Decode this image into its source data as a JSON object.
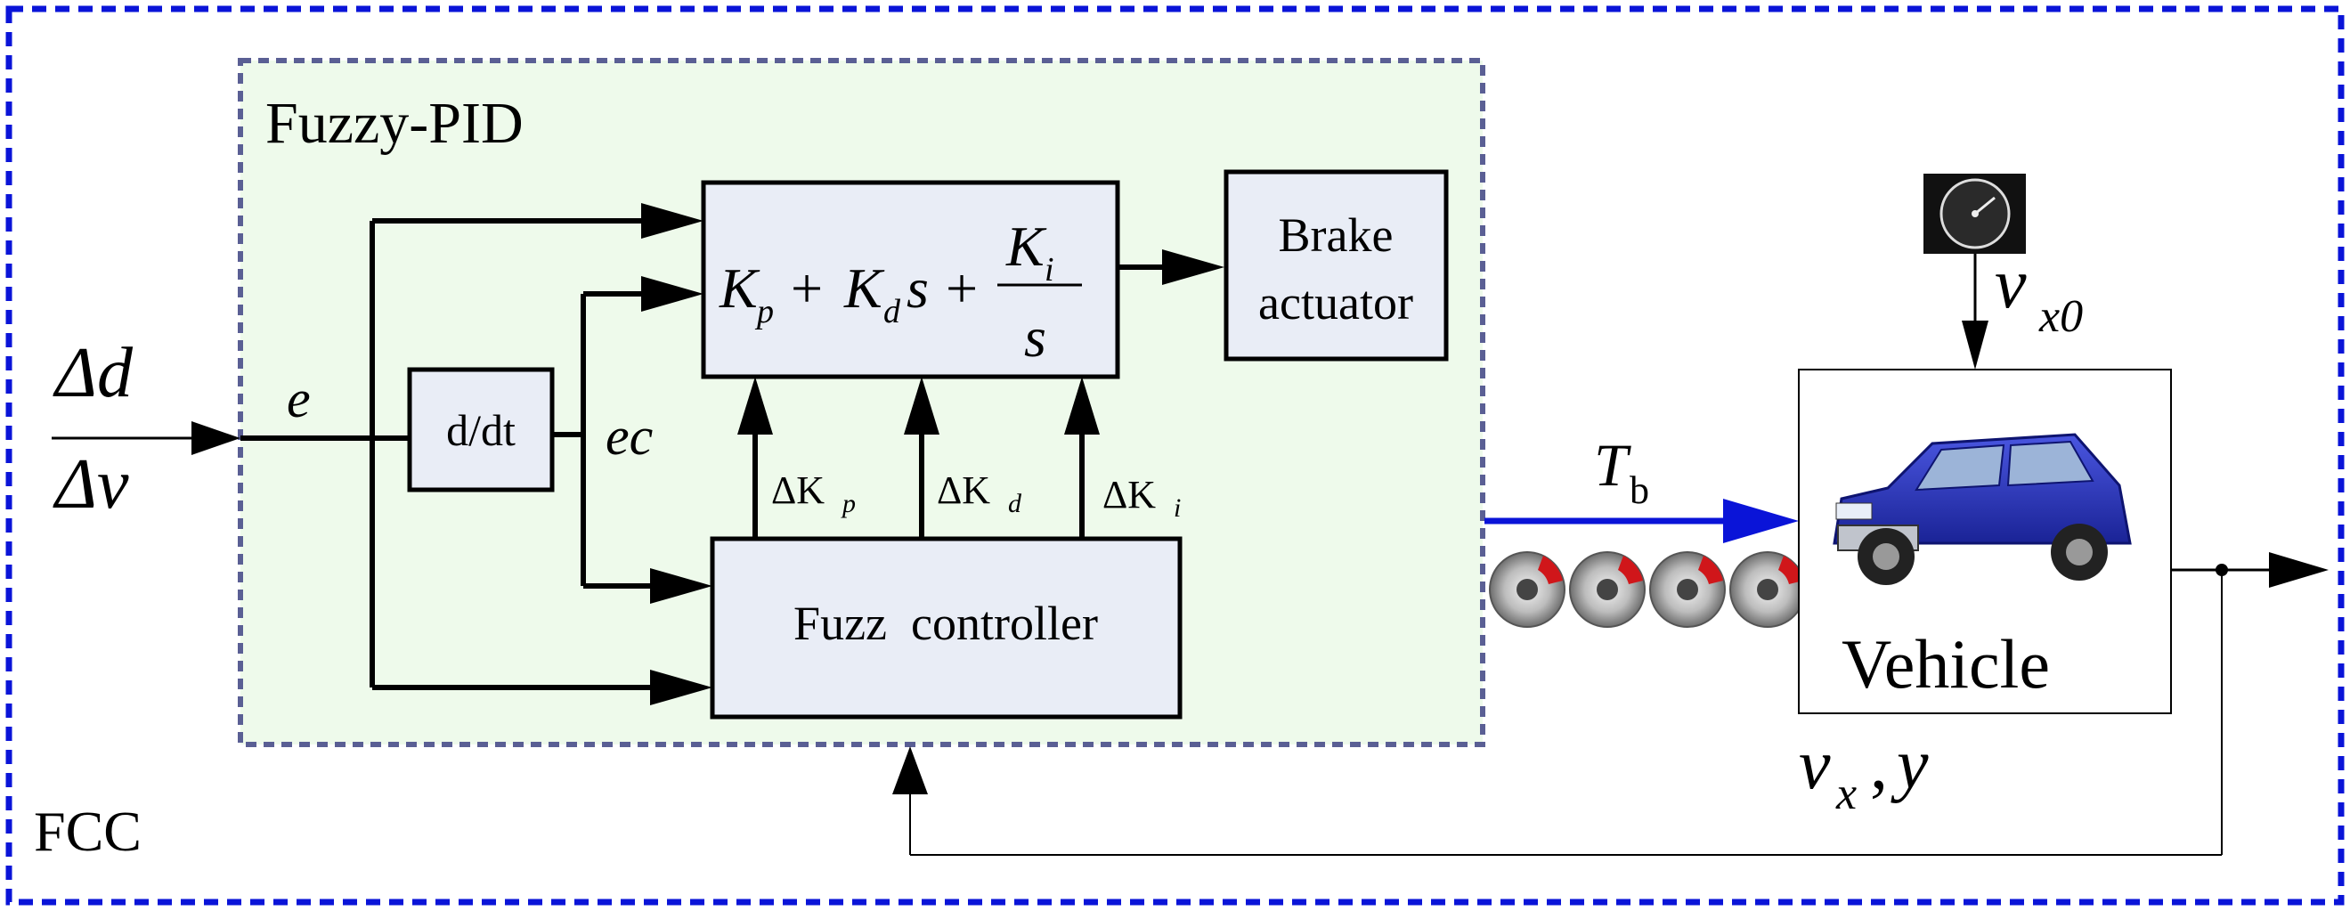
{
  "outer": {
    "label": "FCC"
  },
  "fuzzy_pid": {
    "label": "Fuzzy-PID"
  },
  "inputs": {
    "delta_d": "Δd",
    "delta_v": "Δv"
  },
  "signals": {
    "e": "e",
    "ec": "ec"
  },
  "blocks": {
    "derivative": "d/dt",
    "pid": {
      "kp": "K",
      "kp_sub": "p",
      "plus1": "+",
      "kd": "K",
      "kd_sub": "d",
      "kd_s": "s",
      "plus2": "+",
      "ki": "K",
      "ki_sub": "i",
      "den": "s"
    },
    "brake": {
      "line1": "Brake",
      "line2": "actuator"
    },
    "fuzzy": "Fuzz  controller",
    "vehicle": "Vehicle"
  },
  "gains": {
    "dkp": "ΔK",
    "dkp_sub": "p",
    "dkd": "ΔK",
    "dkd_sub": "d",
    "dki": "ΔK",
    "dki_sub": "i"
  },
  "torque": {
    "main": "T",
    "sub": "b"
  },
  "initial_speed": {
    "main": "v",
    "sub": "x0"
  },
  "outputs": {
    "vx": "v",
    "vx_sub": "x",
    "sep": ",",
    "y": "y"
  },
  "colors": {
    "outer_border": "#0a14d8",
    "inner_border": "#5a5f94",
    "inner_fill": "#eefaeb",
    "block_fill": "#e9edf6",
    "torque_arrow": "#0a14d8",
    "line": "#000000"
  },
  "icons": [
    "speedometer-icon",
    "brake-disc-icon",
    "car-icon"
  ]
}
